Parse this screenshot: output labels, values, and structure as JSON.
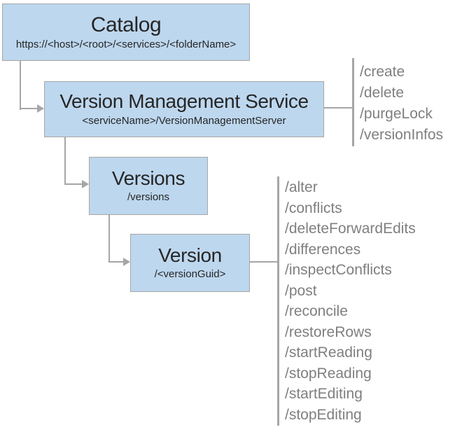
{
  "nodes": [
    {
      "id": "catalog",
      "title": "Catalog",
      "subtitle": "https://<host>/<root>/<services>/<folderName>"
    },
    {
      "id": "version-management-service",
      "title": "Version Management Service",
      "subtitle": "<serviceName>/VersionManagementServer",
      "operations": [
        "/create",
        "/delete",
        "/purgeLock",
        "/versionInfos"
      ]
    },
    {
      "id": "versions",
      "title": "Versions",
      "subtitle": "/versions"
    },
    {
      "id": "version",
      "title": "Version",
      "subtitle": "/<versionGuid>",
      "operations": [
        "/alter",
        "/conflicts",
        "/deleteForwardEdits",
        "/differences",
        "/inspectConflicts",
        "/post",
        "/reconcile",
        "/restoreRows",
        "/startReading",
        "/stopReading",
        "/startEditing",
        "/stopEditing"
      ]
    }
  ],
  "colors": {
    "node_fill": "#BDD7EE",
    "node_border": "#A6A6A6",
    "connector": "#A6A6A6",
    "operation_text": "#7F7F7F",
    "title_text": "#262626",
    "background": "#FFFFFF"
  }
}
